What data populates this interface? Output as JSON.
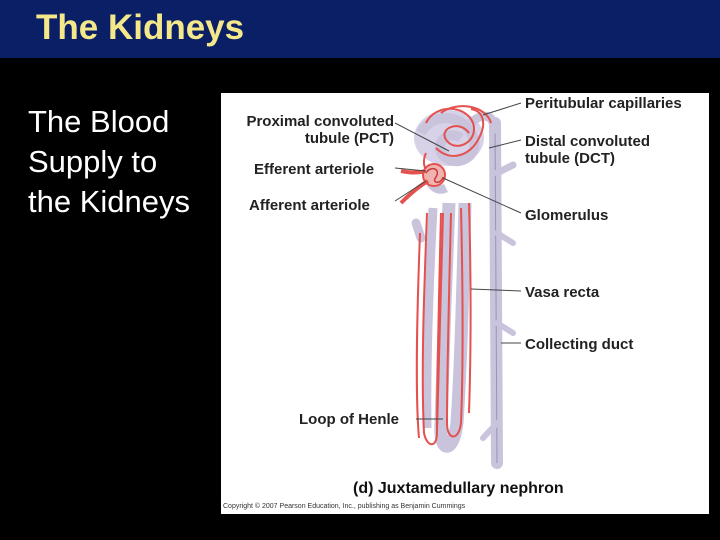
{
  "slide": {
    "title": "The Kidneys",
    "side_text": [
      "The Blood",
      "Supply to",
      "the Kidneys"
    ]
  },
  "figure": {
    "labels_left": {
      "proximal_line1": "Proximal convoluted",
      "proximal_line2": "tubule (PCT)",
      "efferent": "Efferent arteriole",
      "afferent": "Afferent  arteriole",
      "loop": "Loop of Henle"
    },
    "labels_right": {
      "peritubular": "Peritubular capillaries",
      "distal_line1": "Distal convoluted",
      "distal_line2": "tubule (DCT)",
      "glomerulus": "Glomerulus",
      "vasa_recta": "Vasa recta",
      "collecting_duct": "Collecting duct"
    },
    "caption": "(d)  Juxtamedullary nephron",
    "copyright": "Copyright © 2007 Pearson Education, Inc., publishing as Benjamin Cummings"
  },
  "colors": {
    "title_bar": "#0a1f66",
    "title_text": "#f5e88a",
    "tubule": "#c9c3dc",
    "capillary": "#e4514f"
  }
}
